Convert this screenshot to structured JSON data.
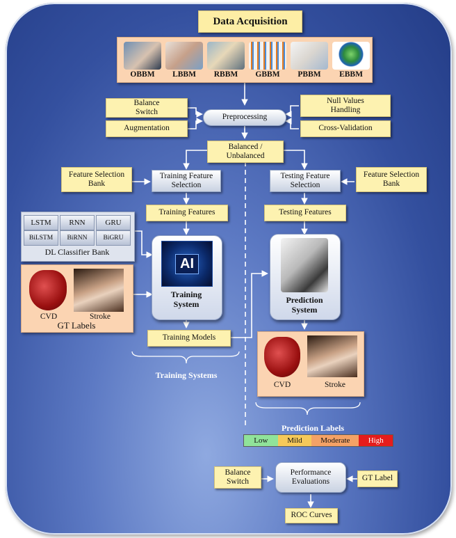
{
  "title": "Data Acquisition",
  "biomarkers": [
    "OBBM",
    "LBBM",
    "RBBM",
    "GBBM",
    "PBBM",
    "EBBM"
  ],
  "preprocessing": {
    "center": "Preprocessing",
    "left_top": "Balance Switch",
    "left_bottom": "Augmentation",
    "right_top": "Null Values Handling",
    "right_bottom": "Cross-Validation"
  },
  "split": "Balanced / Unbalanced",
  "training": {
    "feature_selection_bank": "Feature Selection Bank",
    "feature_selection": "Training Feature Selection",
    "features": "Training Features",
    "system": "Training System",
    "ai_label": "AI",
    "models": "Training Models",
    "systems_caption": "Training Systems"
  },
  "testing": {
    "feature_selection_bank": "Feature Selection Bank",
    "feature_selection": "Testing Feature Selection",
    "features": "Testing Features",
    "system": "Prediction System"
  },
  "classifier_bank": {
    "title": "DL Classifier Bank",
    "row1": [
      "LSTM",
      "RNN",
      "GRU"
    ],
    "row2": [
      "BiLSTM",
      "BiRNN",
      "BiGRU"
    ]
  },
  "gt_labels": {
    "cvd": "CVD",
    "stroke": "Stroke",
    "title": "GT Labels"
  },
  "prediction_outputs": {
    "cvd": "CVD",
    "stroke": "Stroke"
  },
  "prediction_labels": {
    "title": "Prediction Labels",
    "levels": [
      {
        "label": "Low",
        "color": "#90e39a"
      },
      {
        "label": "Mild",
        "color": "#f6c95a"
      },
      {
        "label": "Moderate",
        "color": "#f4a266"
      },
      {
        "label": "High",
        "color": "#e51c1c"
      }
    ]
  },
  "evaluation": {
    "balance_switch": "Balance Switch",
    "performance": "Performance Evaluations",
    "gt_label": "GT Label",
    "roc": "ROC Curves"
  },
  "colors": {
    "panel": "#34509f",
    "yellow_box": "#fdf2b0",
    "peach_box": "#fbd4b2"
  }
}
